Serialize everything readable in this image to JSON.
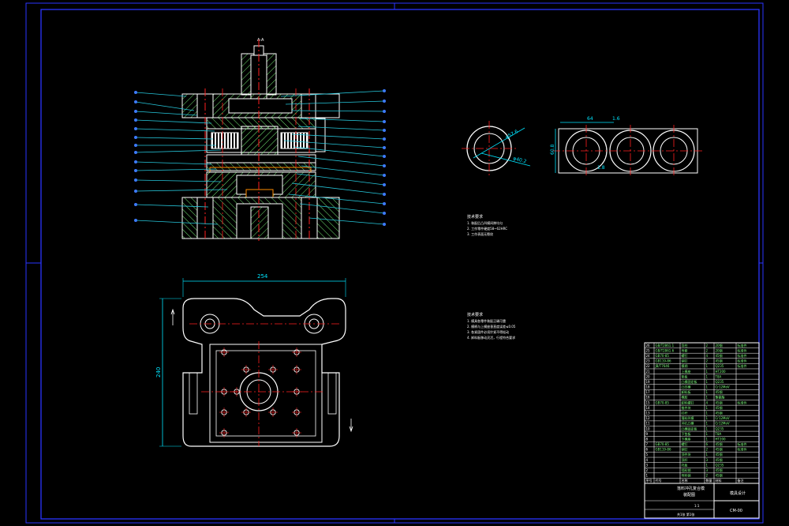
{
  "drawing": {
    "background": "#000000",
    "colors": {
      "frame": "#2a35ff",
      "outline": "#ffffff",
      "centerline": "#ff2020",
      "leader": "#26c6da",
      "balloon": "#3d7bff",
      "dimension": "#00e5ff",
      "hatch": "#7fff7f",
      "section": "#ff8c00"
    },
    "section_label": "A-A",
    "plan_view": {
      "dim_width": "254",
      "dim_height": "240"
    },
    "blank_view": {
      "dim_outer": "φ57.6",
      "dim_inner": "φ40.2"
    },
    "strip_layout": {
      "dim_pitch": "64",
      "dim_web": "1.6",
      "dim_width": "60.8",
      "dim_gap": "1.8"
    },
    "notes_1": {
      "heading": "技术要求",
      "lines": [
        "1. 装配后凸凹模间隙均匀",
        "2. 工作零件硬度58~62HRC",
        "3. 工作表面无裂纹"
      ]
    },
    "notes_2": {
      "heading": "技术要求",
      "lines": [
        "1. 模具各零件装配正确可靠",
        "2. 模柄与上模座垂直度误差≤0.05",
        "3. 各紧固件必须拧紧不得松动",
        "4. 卸料板移动灵活，行程符合要求"
      ]
    },
    "parts_list": {
      "rows": [
        [
          "26",
          "GB/T2861.1",
          "导柱",
          "2",
          "20钢",
          "标准件"
        ],
        [
          "25",
          "GB/T2861.6",
          "导套",
          "2",
          "20钢",
          "标准件"
        ],
        [
          "24",
          "GB70-85",
          "螺钉",
          "4",
          "45钢",
          "标准件"
        ],
        [
          "23",
          "GB119-86",
          "销钉",
          "2",
          "45钢",
          "标准件"
        ],
        [
          "22",
          "JB/T7646",
          "模柄",
          "1",
          "Q235",
          "标准件"
        ],
        [
          "21",
          "",
          "上模座",
          "1",
          "HT200",
          ""
        ],
        [
          "20",
          "",
          "垫板",
          "1",
          "T8A",
          ""
        ],
        [
          "19",
          "",
          "凸模固定板",
          "1",
          "Q235",
          ""
        ],
        [
          "18",
          "",
          "凸凹模",
          "1",
          "Cr12MoV",
          ""
        ],
        [
          "17",
          "",
          "卸料板",
          "1",
          "45钢",
          ""
        ],
        [
          "16",
          "",
          "橡胶",
          "1",
          "聚氨酯",
          ""
        ],
        [
          "15",
          "GB70-85",
          "卸料螺钉",
          "4",
          "45钢",
          "标准件"
        ],
        [
          "14",
          "",
          "推件块",
          "1",
          "45钢",
          ""
        ],
        [
          "13",
          "",
          "打杆",
          "1",
          "45钢",
          ""
        ],
        [
          "12",
          "",
          "落料凹模",
          "1",
          "Cr12MoV",
          ""
        ],
        [
          "11",
          "",
          "冲孔凸模",
          "1",
          "Cr12MoV",
          ""
        ],
        [
          "10",
          "",
          "凸模固定板",
          "1",
          "Q235",
          ""
        ],
        [
          "9",
          "",
          "下垫板",
          "1",
          "T8A",
          ""
        ],
        [
          "8",
          "",
          "下模座",
          "1",
          "HT200",
          ""
        ],
        [
          "7",
          "GB70-85",
          "螺钉",
          "6",
          "45钢",
          "标准件"
        ],
        [
          "6",
          "GB119-86",
          "销钉",
          "2",
          "45钢",
          "标准件"
        ],
        [
          "5",
          "",
          "顶件块",
          "1",
          "45钢",
          ""
        ],
        [
          "4",
          "",
          "顶杆",
          "3",
          "45钢",
          ""
        ],
        [
          "3",
          "",
          "托板",
          "1",
          "Q235",
          ""
        ],
        [
          "2",
          "",
          "挡料销",
          "3",
          "45钢",
          ""
        ],
        [
          "1",
          "",
          "导料销",
          "2",
          "45钢",
          ""
        ]
      ],
      "header": [
        "序号",
        "代号",
        "名称",
        "数量",
        "材料",
        "备注"
      ],
      "title_main": "落料冲孔复合模",
      "title_sub": "装配图",
      "title_scale": "1:1",
      "title_drawing_no": "CM-00",
      "title_sheet": "共1张 第1张",
      "title_org": "模具设计"
    }
  }
}
